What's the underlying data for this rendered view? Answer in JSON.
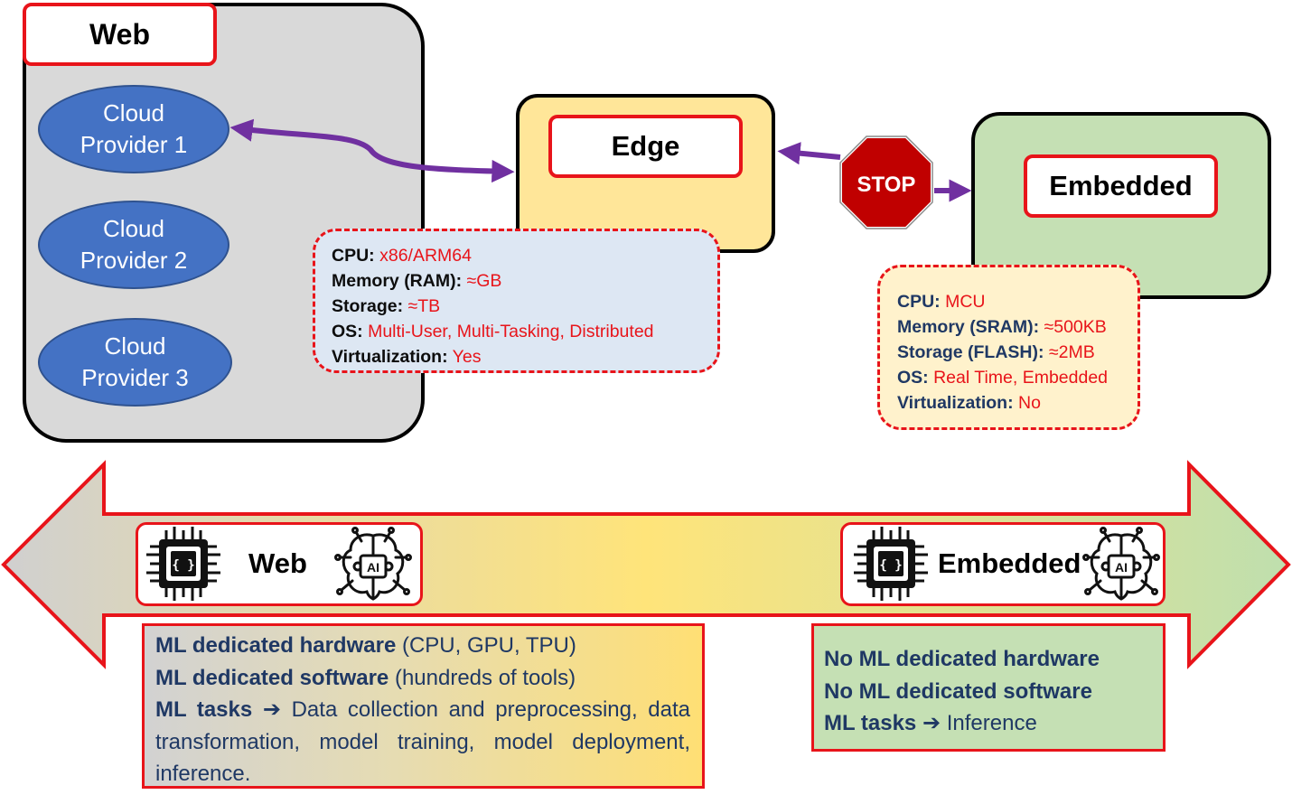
{
  "web": {
    "title": "Web",
    "clouds": [
      {
        "line1": "Cloud",
        "line2": "Provider 1"
      },
      {
        "line1": "Cloud",
        "line2": "Provider 2"
      },
      {
        "line1": "Cloud",
        "line2": "Provider 3"
      }
    ]
  },
  "edge": {
    "title": "Edge",
    "specs": [
      {
        "key": "CPU:",
        "value": "x86/ARM64"
      },
      {
        "key": "Memory (RAM):",
        "value": "≈GB"
      },
      {
        "key": "Storage:",
        "value": "≈TB"
      },
      {
        "key": "OS:",
        "value": "Multi-User, Multi-Tasking, Distributed"
      },
      {
        "key": "Virtualization:",
        "value": "Yes"
      }
    ]
  },
  "stop_sign": {
    "text": "STOP"
  },
  "embedded": {
    "title": "Embedded",
    "specs": [
      {
        "key": "CPU:",
        "value": "MCU"
      },
      {
        "key": "Memory (SRAM):",
        "value": "≈500KB"
      },
      {
        "key": "Storage (FLASH):",
        "value": "≈2MB"
      },
      {
        "key": "OS:",
        "value": "Real Time, Embedded"
      },
      {
        "key": "Virtualization:",
        "value": "No"
      }
    ]
  },
  "spectrum": {
    "web_label": "Web",
    "embedded_label": "Embedded",
    "chip_icon_text": "{ }",
    "ai_icon_text": "AI",
    "colors": {
      "web": "#d9d9d9",
      "edge": "#ffe699",
      "embedded": "#c5e0b4",
      "border": "#e8141a"
    }
  },
  "web_info": {
    "hw_bold": "ML dedicated hardware",
    "hw_rest": " (CPU, GPU, TPU)",
    "sw_bold": "ML dedicated software",
    "sw_rest": " (hundreds of tools)",
    "tasks_bold": "ML tasks",
    "arrow": "➔",
    "tasks_rest": "Data collection and preprocessing, data transformation, model training, model deployment, inference."
  },
  "embedded_info": {
    "line1": "No ML dedicated hardware",
    "line2": "No ML dedicated software",
    "tasks_bold": "ML tasks",
    "arrow": "➔",
    "tasks_rest": "Inference"
  },
  "colors": {
    "accent_red": "#e8141a",
    "arrow_purple": "#7030a0",
    "cloud_blue": "#4472c4",
    "text_navy": "#1f3864"
  }
}
